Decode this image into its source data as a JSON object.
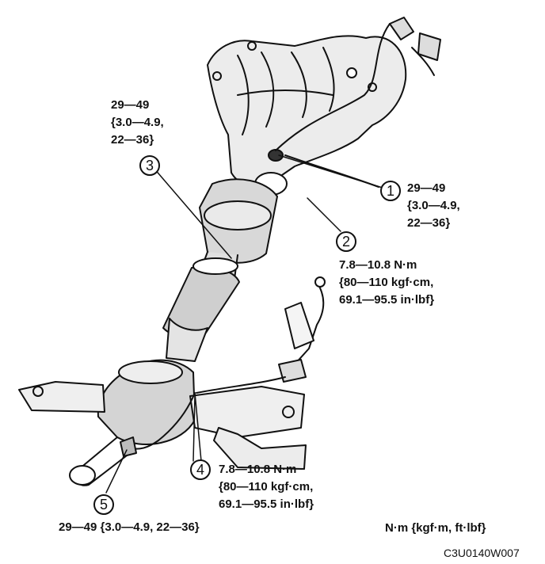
{
  "callouts": [
    {
      "id": "1",
      "torque": [
        "29—49",
        "{3.0—4.9,",
        "22—36}"
      ]
    },
    {
      "id": "2",
      "torque": [
        "7.8—10.8 N·m",
        "{80—110 kgf·cm,",
        "69.1—95.5 in·lbf}"
      ]
    },
    {
      "id": "3",
      "torque": [
        "29—49",
        "{3.0—4.9,",
        "22—36}"
      ]
    },
    {
      "id": "4",
      "torque": [
        "7.8—10.8 N·m",
        "{80—110 kgf·cm,",
        "69.1—95.5 in·lbf}"
      ]
    },
    {
      "id": "5",
      "torque": [
        "29—49 {3.0—4.9, 22—36}"
      ]
    }
  ],
  "units_note": "N·m {kgf·m, ft·lbf}",
  "figure_code": "C3U0140W007"
}
